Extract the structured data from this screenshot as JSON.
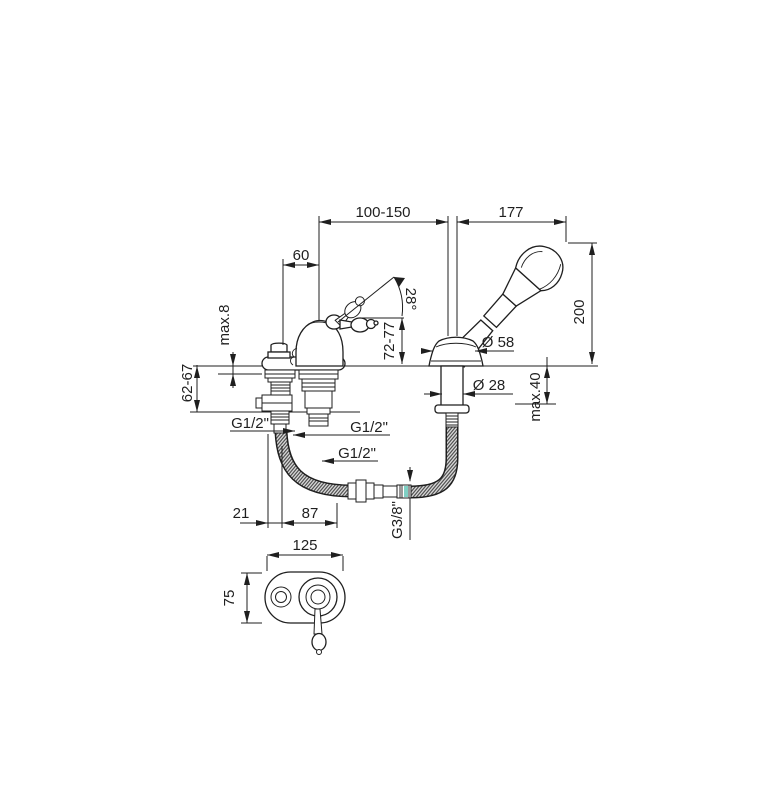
{
  "labels": {
    "span_hose": "100-150",
    "span_head": "177",
    "offset60": "60",
    "height200": "200",
    "angle28": "28°",
    "height7277": "72-77",
    "max8": "max.8",
    "depth6267": "62-67",
    "dia58": "Ø 58",
    "dia28": "Ø 28",
    "max40": "max.40",
    "g12_left": "G1/2\"",
    "g12_center": "G1/2\"",
    "g12_outlet": "G1/2\"",
    "g38": "G3/8\"",
    "offset21": "21",
    "offset87": "87",
    "width125": "125",
    "depth75": "75"
  },
  "colors": {
    "line": "#1f1f1f",
    "accent_teal": "#7fd0c4",
    "hose_fill": "#ececec",
    "background": "#ffffff"
  }
}
